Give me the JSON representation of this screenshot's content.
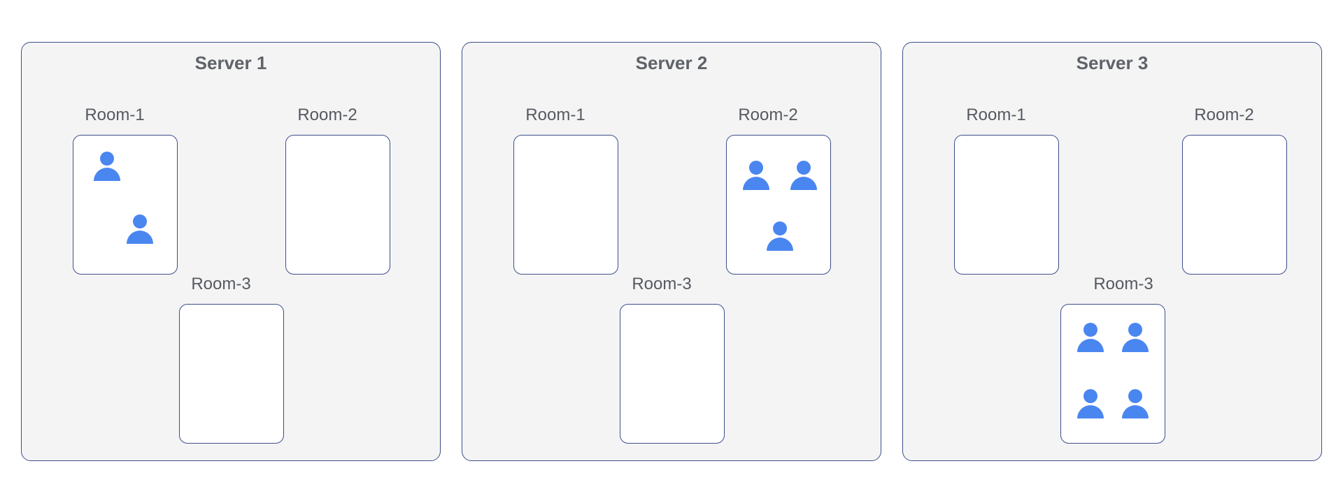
{
  "colors": {
    "panel_fill": "#f4f4f5",
    "border": "#3d4f8a",
    "user_icon": "#4a86f0",
    "title_text": "#5f6368",
    "label_text": "#555a60"
  },
  "servers": [
    {
      "title": "Server 1",
      "rooms": [
        {
          "label": "Room-1",
          "user_count": 2
        },
        {
          "label": "Room-2",
          "user_count": 0
        },
        {
          "label": "Room-3",
          "user_count": 0
        }
      ]
    },
    {
      "title": "Server 2",
      "rooms": [
        {
          "label": "Room-1",
          "user_count": 0
        },
        {
          "label": "Room-2",
          "user_count": 3
        },
        {
          "label": "Room-3",
          "user_count": 0
        }
      ]
    },
    {
      "title": "Server 3",
      "rooms": [
        {
          "label": "Room-1",
          "user_count": 0
        },
        {
          "label": "Room-2",
          "user_count": 0
        },
        {
          "label": "Room-3",
          "user_count": 4
        }
      ]
    }
  ],
  "user_icon_name": "user-icon"
}
